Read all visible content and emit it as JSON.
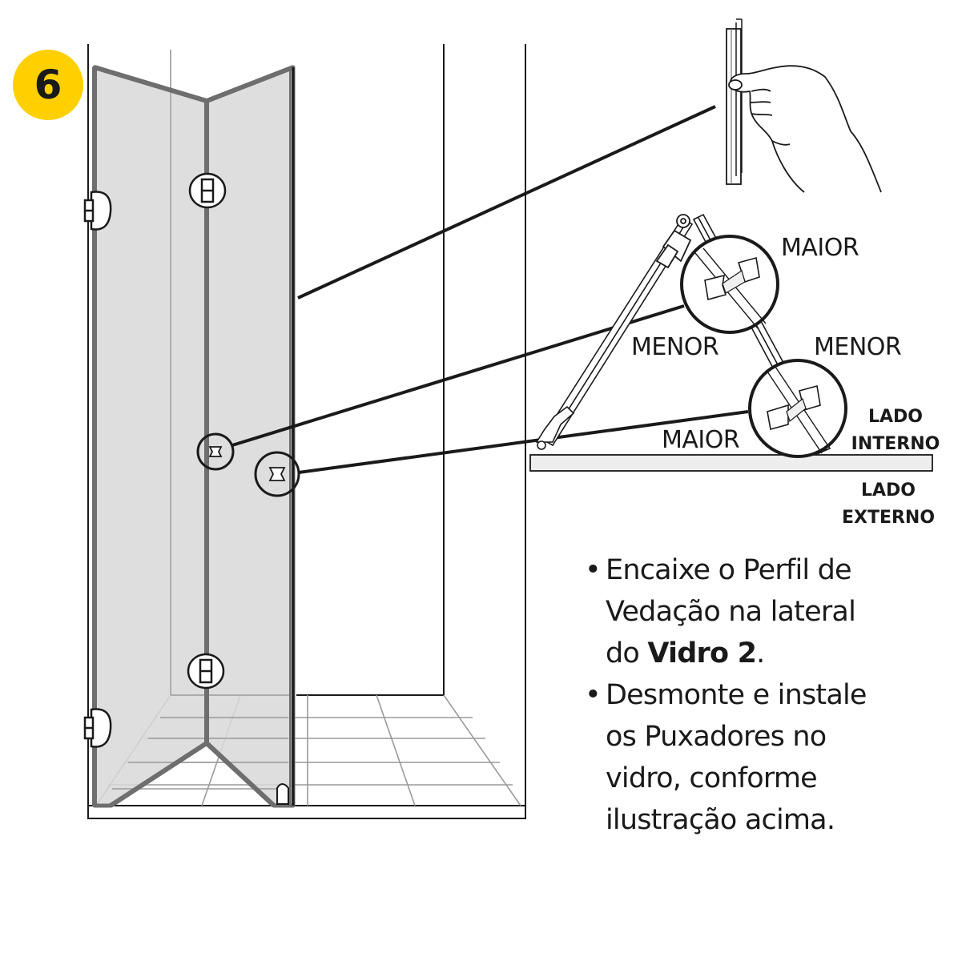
{
  "step_number": "6",
  "labels": {
    "top_maior": "MAIOR",
    "left_menor": "MENOR",
    "right_menor": "MENOR",
    "bottom_maior": "MAIOR",
    "lado_interno_1": "LADO",
    "lado_interno_2": "INTERNO",
    "lado_externo_1": "LADO",
    "lado_externo_2": "EXTERNO"
  },
  "instructions": {
    "item1": {
      "bullet": "•",
      "line1": "Encaixe o Perfil de",
      "line2": "Vedação na lateral",
      "line3_prefix": "do ",
      "line3_bold": "Vidro 2",
      "line3_suffix": "."
    },
    "item2": {
      "bullet": "•",
      "line1": "Desmonte e instale",
      "line2": "os Puxadores no",
      "line3": "vidro, conforme",
      "line4": "ilustração acima."
    }
  },
  "colors": {
    "badge": "#ffd000",
    "glass": "#d8d8d8",
    "line": "#1a1a1a",
    "frame": "#6e6e6e"
  },
  "icons": [
    "hinge-icon",
    "handle-knob-icon",
    "hand-icon",
    "seal-profile-icon"
  ]
}
